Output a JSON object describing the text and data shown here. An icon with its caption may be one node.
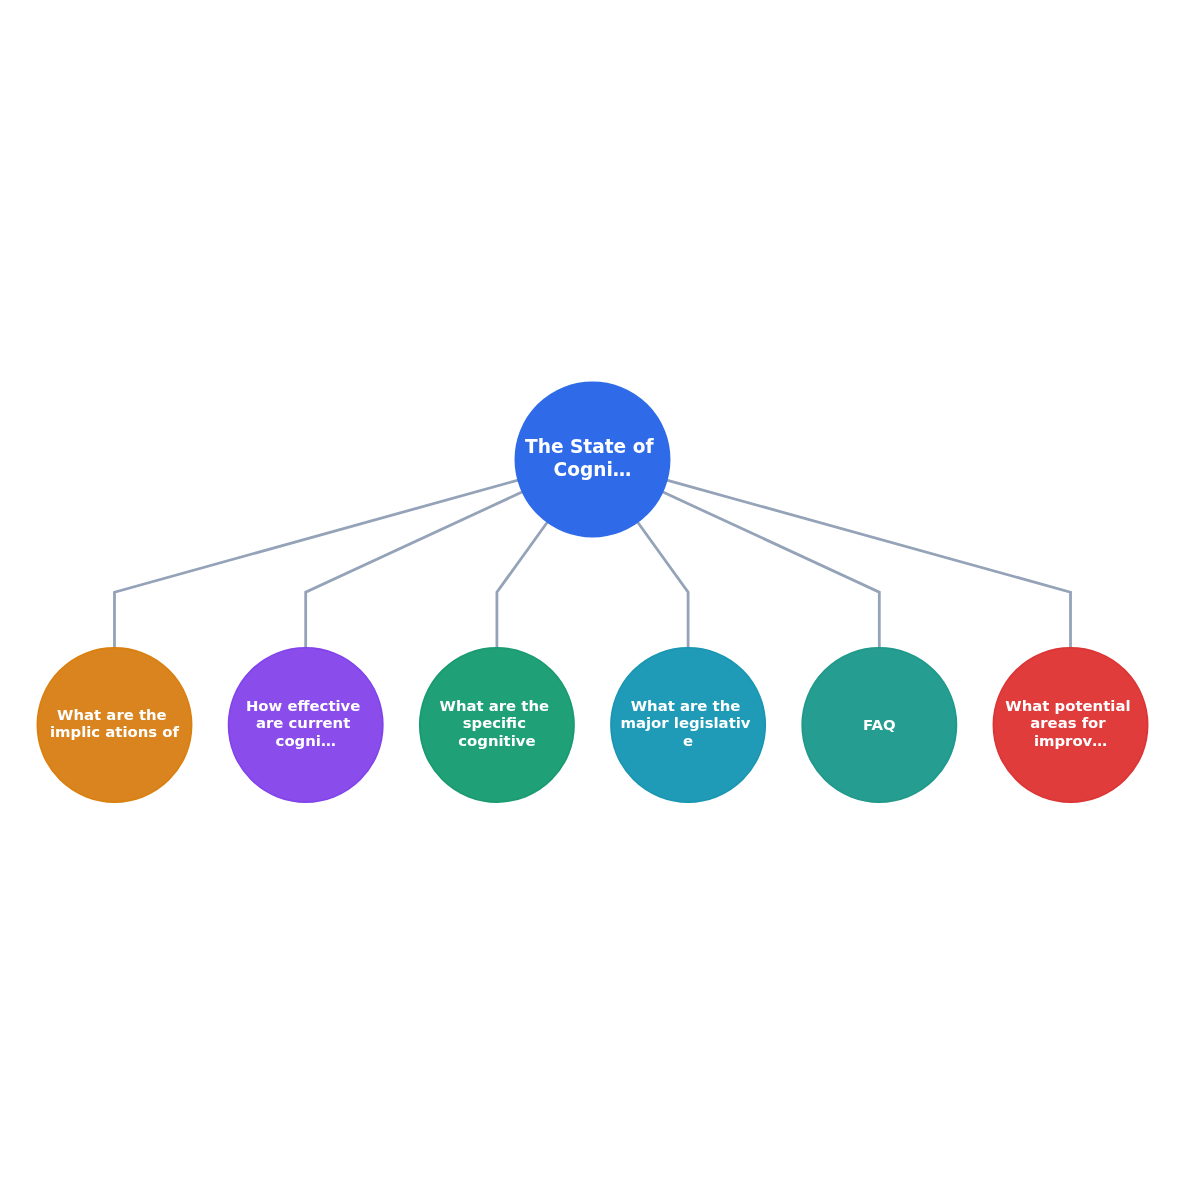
{
  "diagram": {
    "nodes": [
      {
        "text": [
          "The State of Cogni…"
        ]
      },
      {
        "text": [
          "What are the implic ations of"
        ]
      },
      {
        "text": [
          "How effective are current cogni…"
        ]
      },
      {
        "text": [
          "What are the specific cognitive"
        ]
      },
      {
        "text": [
          "What are the major legislativ e"
        ]
      },
      {
        "text": [
          "FAQ"
        ]
      },
      {
        "text": [
          "What potential areas for improv…"
        ]
      }
    ],
    "edges": [
      {
        "from": 0,
        "to": 1,
        "arrow": "none"
      },
      {
        "from": 0,
        "to": 2,
        "arrow": "none"
      },
      {
        "from": 0,
        "to": 3,
        "arrow": "none"
      },
      {
        "from": 0,
        "to": 4,
        "arrow": "none"
      },
      {
        "from": 0,
        "to": 5,
        "arrow": "none"
      },
      {
        "from": 0,
        "to": 6,
        "arrow": "none"
      }
    ]
  }
}
